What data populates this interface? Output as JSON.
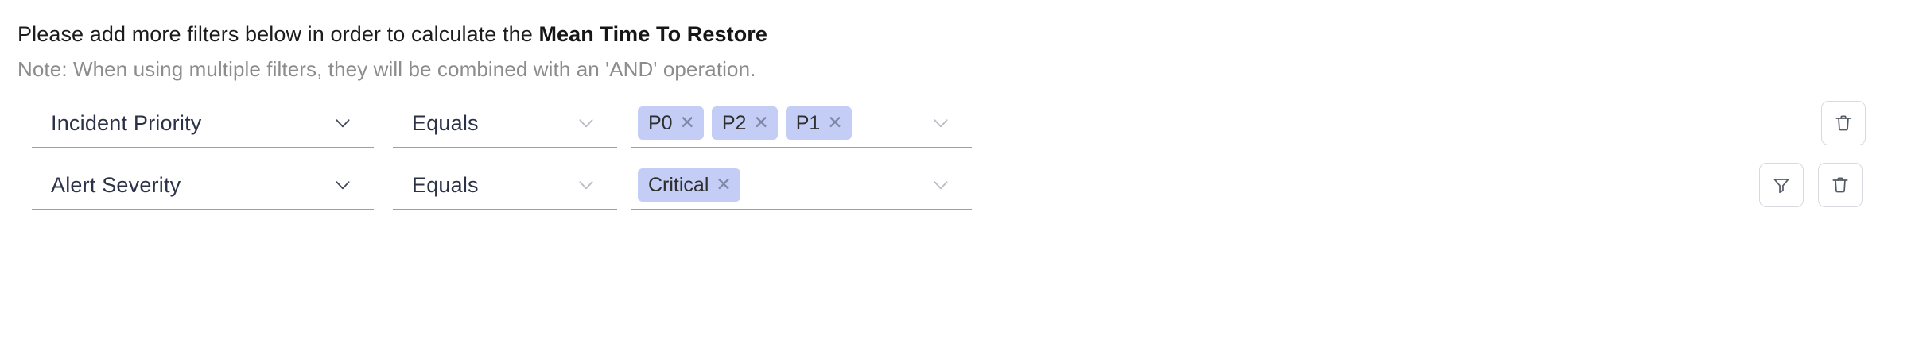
{
  "header": {
    "instruction_prefix": "Please add more filters below in order to calculate the ",
    "instruction_metric": "Mean Time To Restore",
    "note": "Note: When using multiple filters, they will be combined with an 'AND' operation."
  },
  "colors": {
    "chip_background": "#c3cdf5",
    "field_text": "#2b3147",
    "note_text": "#8c8c8c",
    "underline": "#9aa0ab",
    "chevron": "#b9bcc4",
    "icon_button_border": "#d7d9de"
  },
  "filters": [
    {
      "attribute": "Incident Priority",
      "attribute_icon": "chevron-down-icon",
      "operator": "Equals",
      "operator_icon": "chevron-down-icon",
      "values_icon": "chevron-down-icon",
      "values": [
        {
          "label": "P0",
          "remove_icon": "close-icon"
        },
        {
          "label": "P2",
          "remove_icon": "close-icon"
        },
        {
          "label": "P1",
          "remove_icon": "close-icon"
        }
      ],
      "actions": [
        {
          "name": "delete-filter-button",
          "icon": "trash-icon"
        }
      ]
    },
    {
      "attribute": "Alert Severity",
      "attribute_icon": "chevron-down-icon",
      "operator": "Equals",
      "operator_icon": "chevron-down-icon",
      "values_icon": "chevron-down-icon",
      "values": [
        {
          "label": "Critical",
          "remove_icon": "close-icon"
        }
      ],
      "actions": [
        {
          "name": "add-filter-button",
          "icon": "filter-icon"
        },
        {
          "name": "delete-filter-button",
          "icon": "trash-icon"
        }
      ]
    }
  ]
}
